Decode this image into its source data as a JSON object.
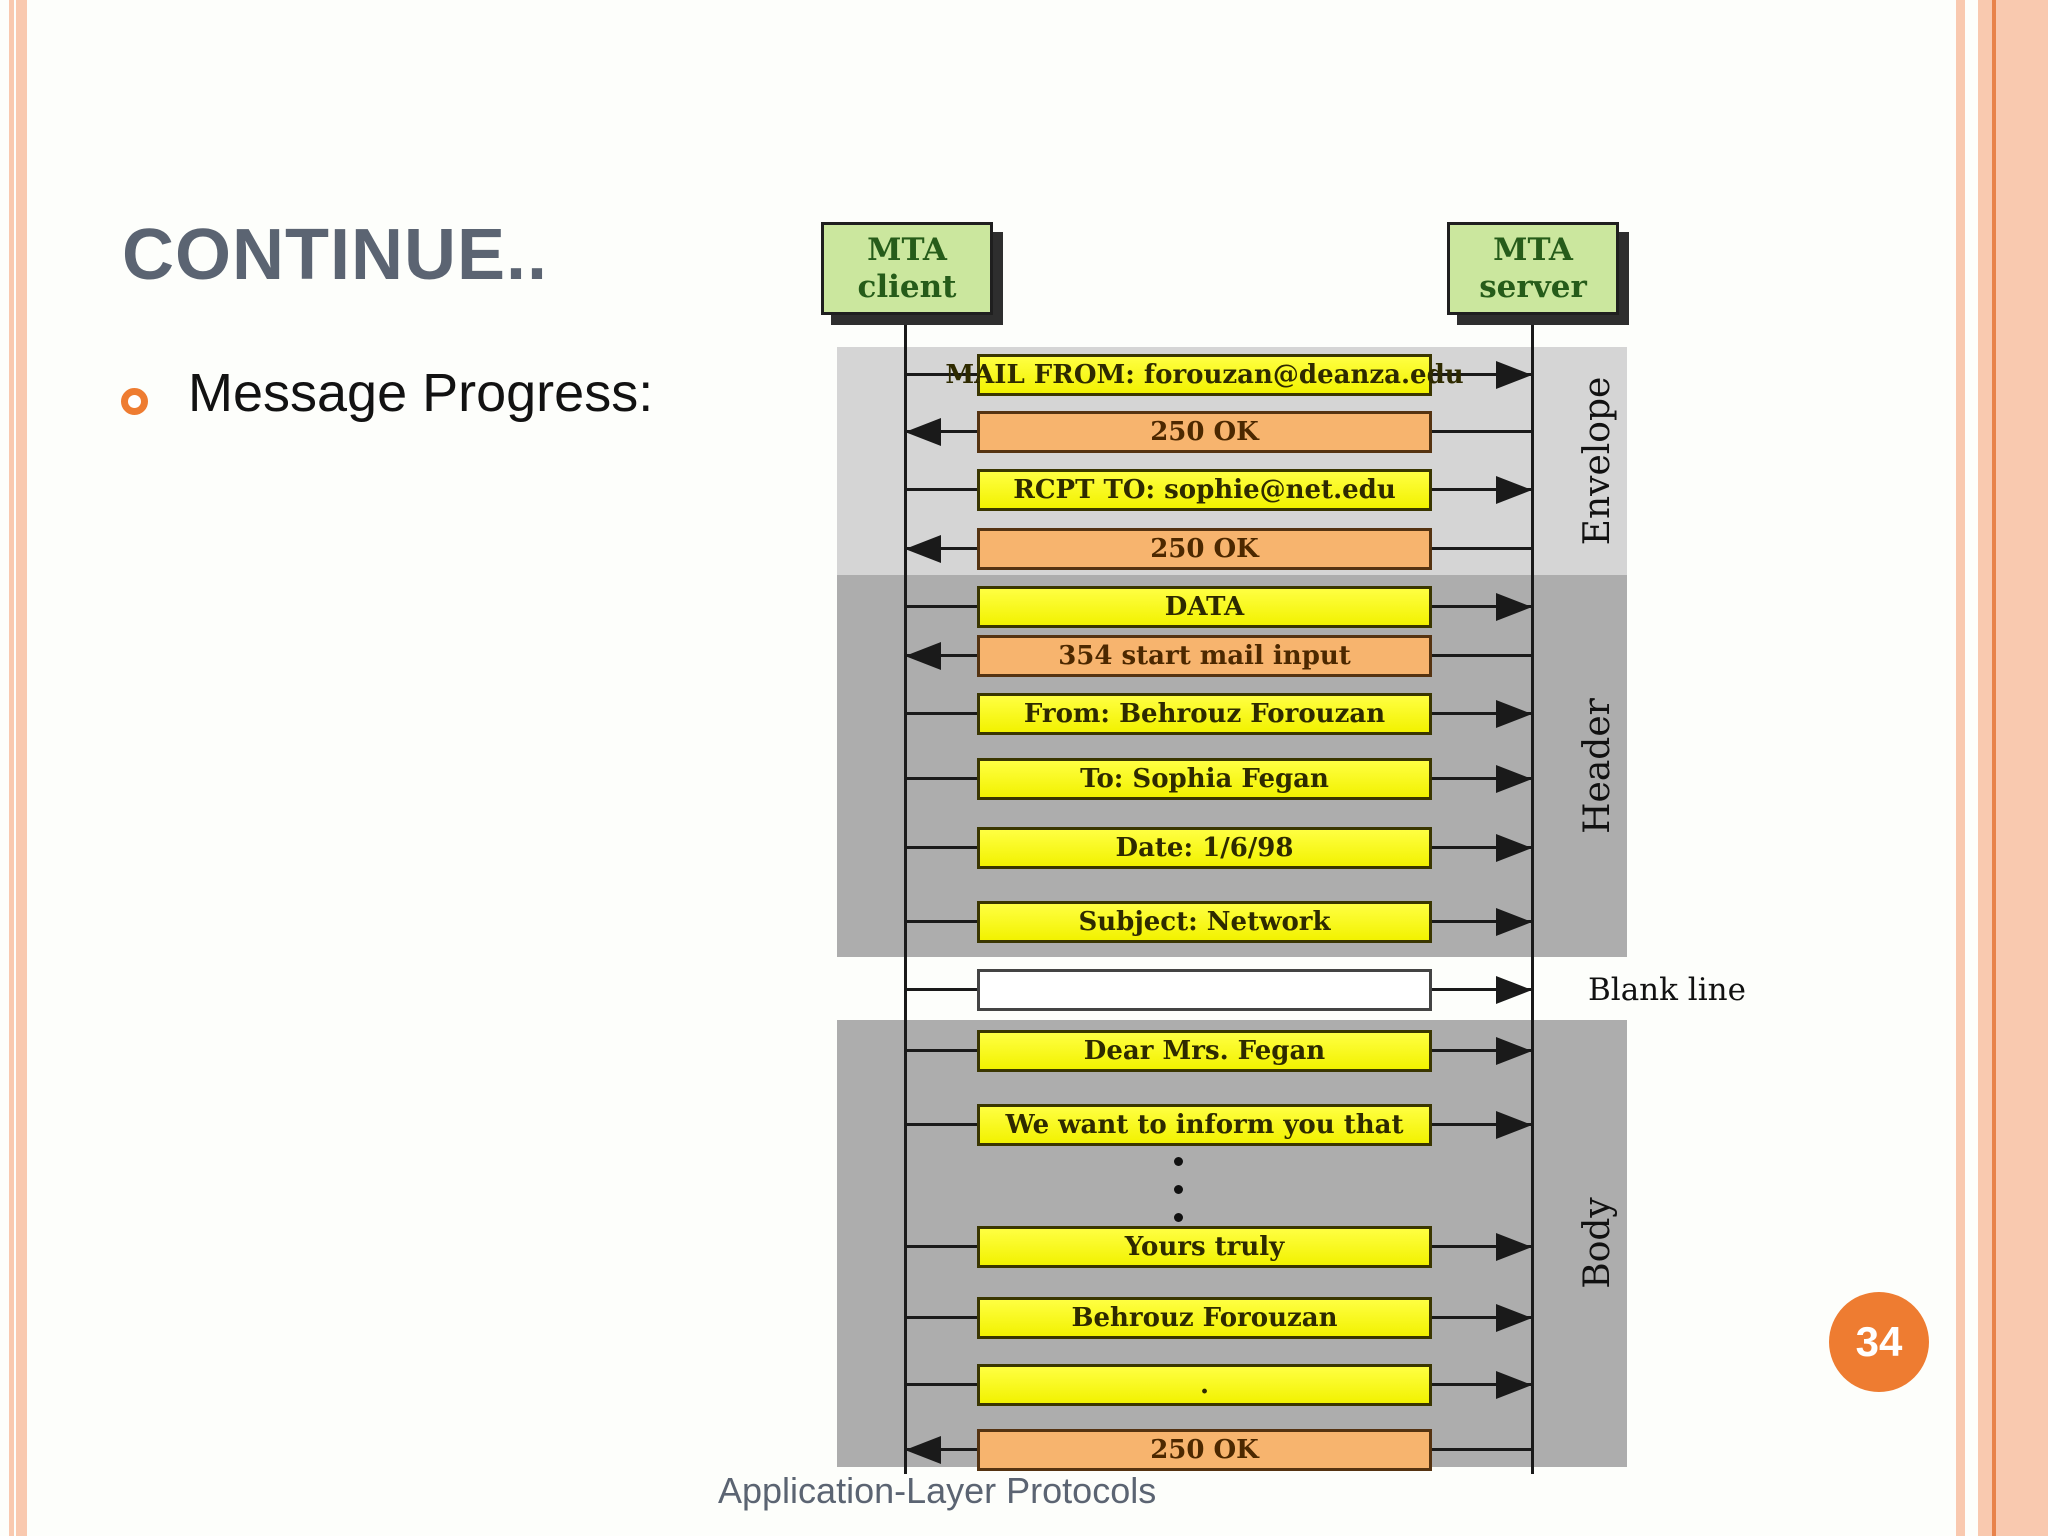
{
  "slide": {
    "title": "CONTINUE..",
    "bullet_text": "Message Progress:",
    "footer": "Application-Layer Protocols",
    "page_number": "34"
  },
  "diagram": {
    "client": {
      "line1": "MTA",
      "line2": "client"
    },
    "server": {
      "line1": "MTA",
      "line2": "server"
    },
    "section_labels": {
      "envelope": "Envelope",
      "header": "Header",
      "body": "Body"
    },
    "blank_line_label": "Blank line",
    "messages": [
      {
        "text": "MAIL FROM: forouzan@deanza.edu",
        "direction": "right",
        "style": "yellow",
        "section": "envelope"
      },
      {
        "text": "250 OK",
        "direction": "left",
        "style": "orange",
        "section": "envelope"
      },
      {
        "text": "RCPT TO: sophie@net.edu",
        "direction": "right",
        "style": "yellow",
        "section": "envelope"
      },
      {
        "text": "250 OK",
        "direction": "left",
        "style": "orange",
        "section": "envelope"
      },
      {
        "text": "DATA",
        "direction": "right",
        "style": "yellow",
        "section": "header"
      },
      {
        "text": "354 start mail input",
        "direction": "left",
        "style": "orange",
        "section": "header"
      },
      {
        "text": "From: Behrouz Forouzan",
        "direction": "right",
        "style": "yellow",
        "section": "header"
      },
      {
        "text": "To: Sophia Fegan",
        "direction": "right",
        "style": "yellow",
        "section": "header"
      },
      {
        "text": "Date: 1/6/98",
        "direction": "right",
        "style": "yellow",
        "section": "header"
      },
      {
        "text": "Subject: Network",
        "direction": "right",
        "style": "yellow",
        "section": "header"
      },
      {
        "text": "",
        "direction": "right",
        "style": "white",
        "section": "blank-line"
      },
      {
        "text": "Dear Mrs. Fegan",
        "direction": "right",
        "style": "yellow",
        "section": "body"
      },
      {
        "text": "We want to inform you that",
        "direction": "right",
        "style": "yellow",
        "section": "body"
      },
      {
        "text": "Yours truly",
        "direction": "right",
        "style": "yellow",
        "section": "body"
      },
      {
        "text": "Behrouz Forouzan",
        "direction": "right",
        "style": "yellow",
        "section": "body"
      },
      {
        "text": ".",
        "direction": "right",
        "style": "yellow",
        "section": "body"
      },
      {
        "text": "250 OK",
        "direction": "left",
        "style": "orange",
        "section": "body"
      }
    ],
    "ellipsis_between": [
      "We want to inform you that",
      "Yours truly"
    ]
  },
  "colors": {
    "accent_orange": "#ee7c31",
    "box_yellow": "#f7f700",
    "box_orange": "#f7b46e",
    "box_green": "#cbe79e",
    "band_light": "#d5d5d5",
    "band_dark": "#adadad",
    "title_gray": "#5b6472",
    "frame_peach": "#f9c9af",
    "frame_line": "#e8834b"
  }
}
